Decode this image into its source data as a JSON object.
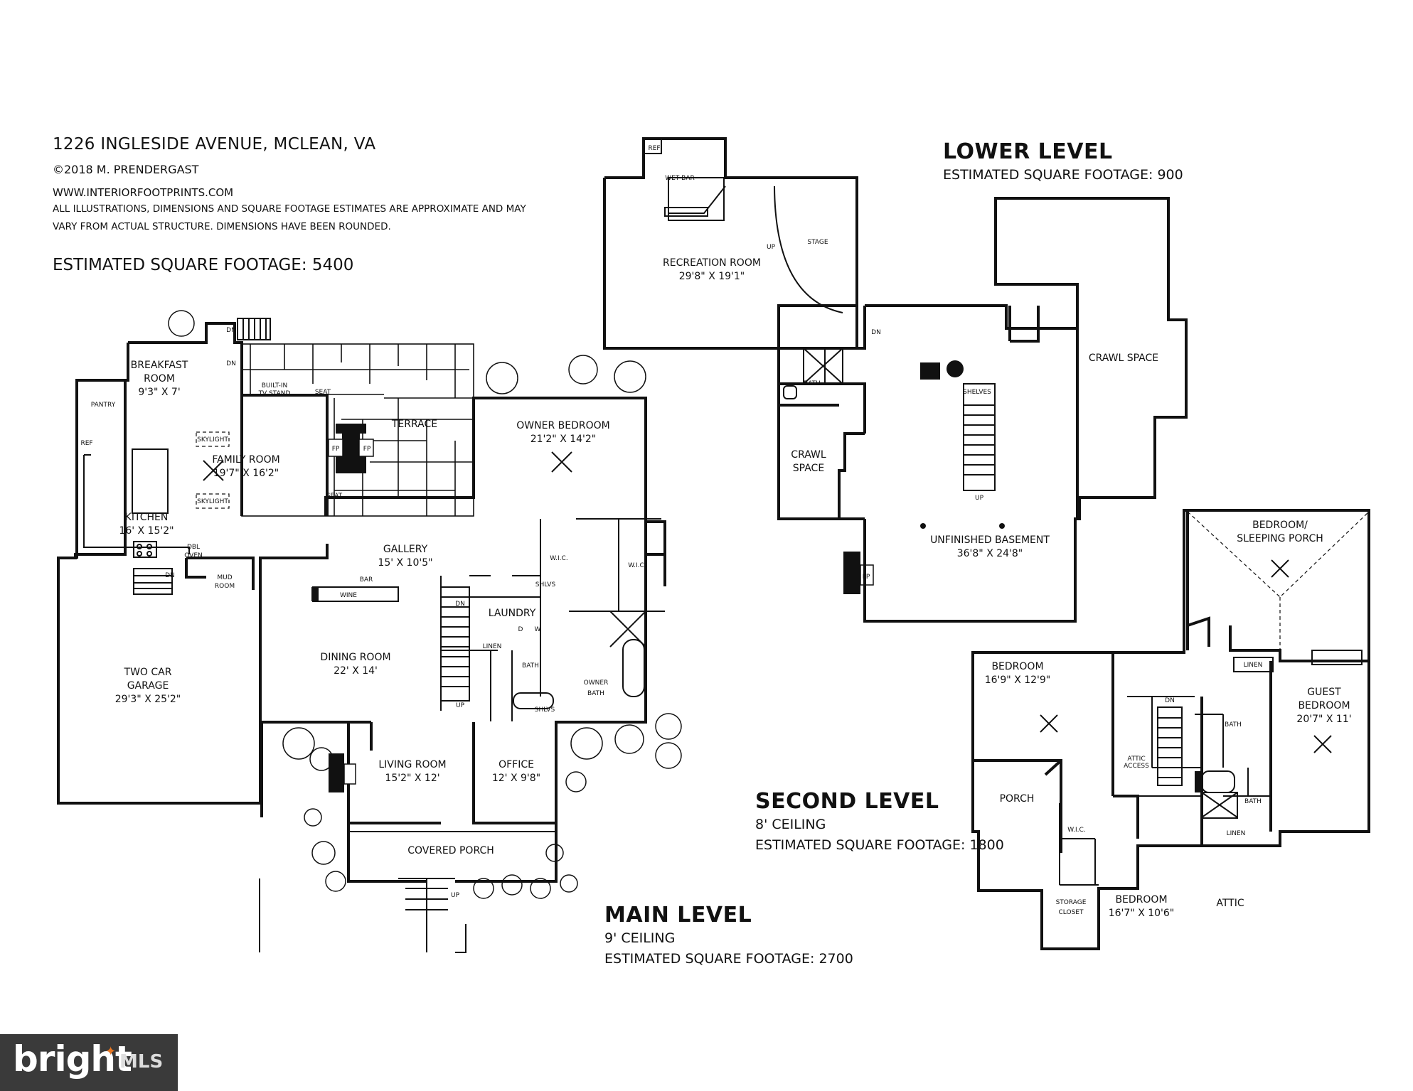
{
  "header": {
    "address": "1226 INGLESIDE AVENUE, MCLEAN, VA",
    "copyright": "©2018 M. PRENDERGAST",
    "website": "WWW.INTERIORFOOTPRINTS.COM",
    "disclaimer": "ALL ILLUSTRATIONS, DIMENSIONS AND SQUARE FOOTAGE ESTIMATES ARE APPROXIMATE AND MAY VARY FROM ACTUAL STRUCTURE. DIMENSIONS HAVE BEEN ROUNDED.",
    "total_sqft": "ESTIMATED SQUARE FOOTAGE: 5400"
  },
  "levels": {
    "lower": {
      "title": "LOWER LEVEL",
      "sqft": "ESTIMATED SQUARE FOOTAGE: 900"
    },
    "main": {
      "title": "MAIN LEVEL",
      "ceiling": "9' CEILING",
      "sqft": "ESTIMATED SQUARE FOOTAGE: 2700"
    },
    "second": {
      "title": "SECOND LEVEL",
      "ceiling": "8' CEILING",
      "sqft": "ESTIMATED SQUARE FOOTAGE: 1800"
    }
  },
  "rooms": {
    "main": {
      "breakfast": {
        "name1": "BREAKFAST",
        "name2": "ROOM",
        "dim": "9'3\" X 7'"
      },
      "pantry": "PANTRY",
      "ref": "REF",
      "family": {
        "name": "FAMILY ROOM",
        "dim": "19'7\" X 16'2\""
      },
      "skylight": "SKYLIGHT",
      "builtin": {
        "l1": "BUILT-IN",
        "l2": "TV STAND"
      },
      "seat": "SEAT",
      "fp": "FP",
      "terrace": "TERRACE",
      "owner_bedroom": {
        "name": "OWNER BEDROOM",
        "dim": "21'2\" X 14'2\""
      },
      "kitchen": {
        "name": "KITCHEN",
        "dim": "16' X 15'2\""
      },
      "dbl_oven": {
        "l1": "DBL",
        "l2": "OVEN"
      },
      "gallery": {
        "name": "GALLERY",
        "dim": "15' X 10'5\""
      },
      "bar": "BAR",
      "wine": "WINE",
      "mud": {
        "l1": "MUD",
        "l2": "ROOM"
      },
      "dn": "DN",
      "up": "UP",
      "wic": "W.I.C.",
      "shlvs": "SHLVS",
      "laundry": "LAUNDRY",
      "d": "D",
      "w": "W",
      "linen": "LINEN",
      "bath": "BATH",
      "owner_bath": {
        "l1": "OWNER",
        "l2": "BATH"
      },
      "garage": {
        "l1": "TWO CAR",
        "l2": "GARAGE",
        "dim": "29'3\" X 25'2\""
      },
      "dining": {
        "name": "DINING ROOM",
        "dim": "22' X 14'"
      },
      "living": {
        "name": "LIVING ROOM",
        "dim": "15'2\" X 12'"
      },
      "office": {
        "name": "OFFICE",
        "dim": "12' X 9'8\""
      },
      "covered_porch": "COVERED PORCH"
    },
    "lower": {
      "ref": "REF",
      "wet_bar": "WET BAR",
      "stage": "STAGE",
      "up": "UP",
      "dn": "DN",
      "recreation": {
        "name": "RECREATION ROOM",
        "dim": "29'8\" X 19'1\""
      },
      "bath": "BATH",
      "crawl1": {
        "l1": "CRAWL",
        "l2": "SPACE"
      },
      "crawl2": "CRAWL SPACE",
      "shelves": "SHELVES",
      "fp": "FP",
      "basement": {
        "name": "UNFINISHED BASEMENT",
        "dim": "36'8\" X 24'8\""
      }
    },
    "second": {
      "sleeping": {
        "l1": "BEDROOM/",
        "l2": "SLEEPING PORCH"
      },
      "linen": "LINEN",
      "bedroom1": {
        "name": "BEDROOM",
        "dim": "16'9\" X 12'9\""
      },
      "guest": {
        "l1": "GUEST",
        "l2": "BEDROOM",
        "dim": "20'7\" X 11'"
      },
      "bath": "BATH",
      "dn": "DN",
      "attic_access": {
        "l1": "ATTIC",
        "l2": "ACCESS"
      },
      "porch": "PORCH",
      "wic": "W.I.C.",
      "storage": {
        "l1": "STORAGE",
        "l2": "CLOSET"
      },
      "bedroom2": {
        "name": "BEDROOM",
        "dim": "16'7\" X 10'6\""
      },
      "attic": "ATTIC"
    }
  },
  "logo": {
    "brand": "bright",
    "suffix": "MLS",
    "accent": "#e87722"
  }
}
